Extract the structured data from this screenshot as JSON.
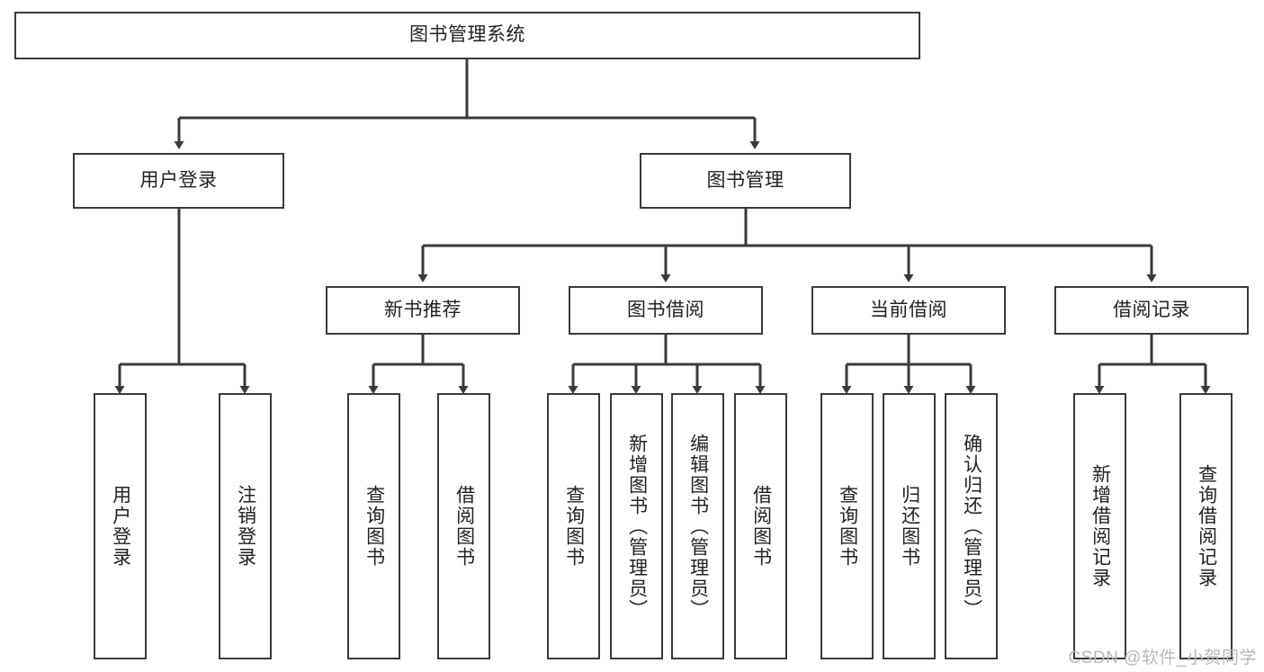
{
  "diagram": {
    "type": "tree",
    "title": "图书管理系统",
    "root": {
      "label": "图书管理系统"
    },
    "level1": [
      {
        "label": "用户登录"
      },
      {
        "label": "图书管理"
      }
    ],
    "level2": [
      {
        "label": "新书推荐"
      },
      {
        "label": "图书借阅"
      },
      {
        "label": "当前借阅"
      },
      {
        "label": "借阅记录"
      }
    ],
    "leaves": {
      "user_login": [
        {
          "label": "用户登录"
        },
        {
          "label": "注销登录"
        }
      ],
      "new_book": [
        {
          "label": "查询图书"
        },
        {
          "label": "借阅图书"
        }
      ],
      "borrow_book": [
        {
          "label": "查询图书"
        },
        {
          "label": "新增图书（管理员）"
        },
        {
          "label": "编辑图书（管理员）"
        },
        {
          "label": "借阅图书"
        }
      ],
      "current_borrow": [
        {
          "label": "查询图书"
        },
        {
          "label": "归还图书"
        },
        {
          "label": "确认归还（管理员）"
        }
      ],
      "borrow_record": [
        {
          "label": "新增借阅记录"
        },
        {
          "label": "查询借阅记录"
        }
      ]
    }
  },
  "watermark": {
    "text": "CSDN @软件_小贺同学"
  },
  "colors": {
    "box_border": "#3a3a3a",
    "box_fill": "#ffffff",
    "text": "#222222",
    "connector": "#3a3a3a",
    "watermark": "#b9b9b9"
  }
}
